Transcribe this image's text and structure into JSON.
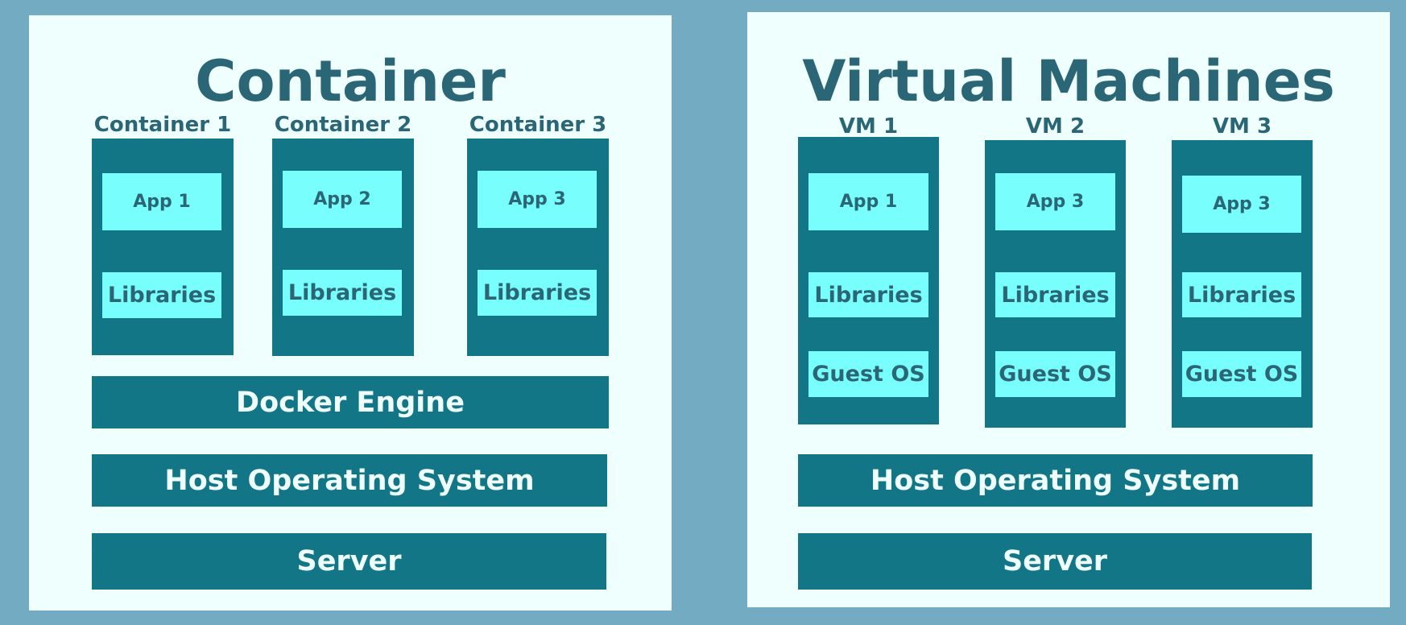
{
  "container": {
    "title": "Container",
    "columns": [
      {
        "label": "Container 1",
        "app": "App 1",
        "libraries": "Libraries"
      },
      {
        "label": "Container 2",
        "app": "App 2",
        "libraries": "Libraries"
      },
      {
        "label": "Container 3",
        "app": "App 3",
        "libraries": "Libraries"
      }
    ],
    "engine": "Docker Engine",
    "host_os": "Host Operating System",
    "server": "Server"
  },
  "vm": {
    "title": "Virtual Machines",
    "columns": [
      {
        "label": "VM 1",
        "app": "App 1",
        "libraries": "Libraries",
        "guest_os": "Guest OS"
      },
      {
        "label": "VM 2",
        "app": "App 3",
        "libraries": "Libraries",
        "guest_os": "Guest OS"
      },
      {
        "label": "VM 3",
        "app": "App 3",
        "libraries": "Libraries",
        "guest_os": "Guest OS"
      }
    ],
    "host_os": "Host Operating System",
    "server": "Server"
  },
  "colors": {
    "background": "#73abc3",
    "panel": "#eefffd",
    "dark_teal": "#127686",
    "light_cyan": "#77fefd",
    "title_text": "#2b6676"
  }
}
